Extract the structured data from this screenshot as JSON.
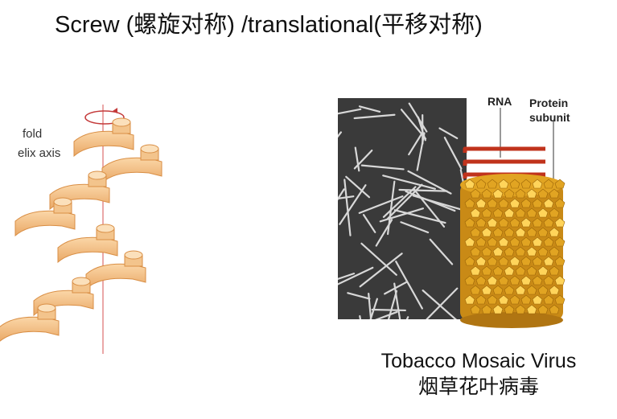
{
  "slide": {
    "title": "Screw (螺旋对称) /translational(平移对称)"
  },
  "left_figure": {
    "label_fold": "fold",
    "label_axis": "elix axis"
  },
  "right_figure": {
    "label_rna": "RNA",
    "label_protein_line1": "Protein",
    "label_protein_line2": "subunit",
    "colors": {
      "micrograph_bg": "#3a3a3a",
      "rna": "#c0331c",
      "protein": "#e1a422",
      "protein_highlight": "#ffd45a"
    }
  },
  "caption": {
    "english": "Tobacco Mosaic Virus",
    "chinese": "烟草花叶病毒"
  }
}
